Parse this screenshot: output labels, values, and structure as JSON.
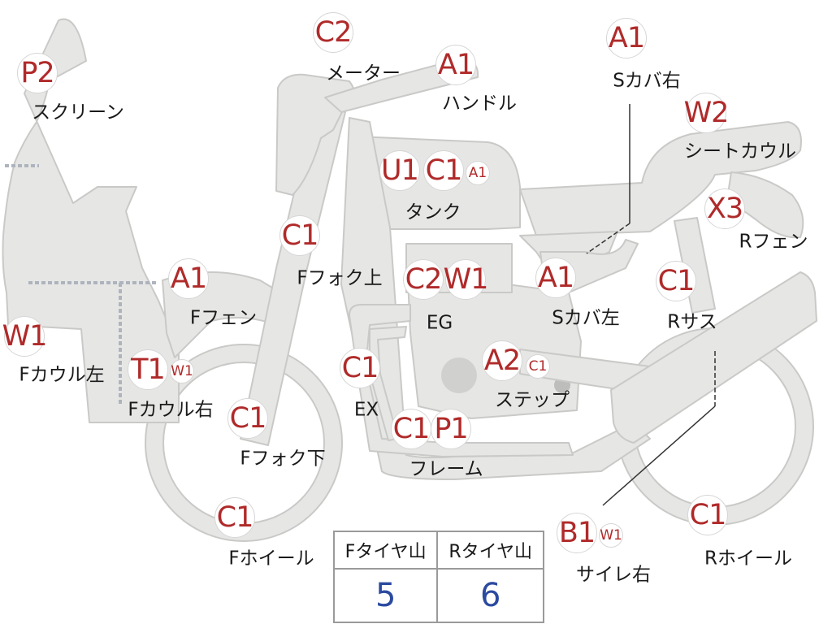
{
  "grades": [
    {
      "id": "screen",
      "text": "P2",
      "size": "lg"
    },
    {
      "id": "meter",
      "text": "C2",
      "size": "lg"
    },
    {
      "id": "handle",
      "text": "A1",
      "size": "lg"
    },
    {
      "id": "side-cover-right",
      "text": "A1",
      "size": "lg"
    },
    {
      "id": "seat-cowl",
      "text": "W2",
      "size": "lg"
    },
    {
      "id": "tank-u",
      "text": "U1",
      "size": "lg"
    },
    {
      "id": "tank-c",
      "text": "C1",
      "size": "lg"
    },
    {
      "id": "tank-a",
      "text": "A1",
      "size": "sm"
    },
    {
      "id": "rear-fender",
      "text": "X3",
      "size": "lg"
    },
    {
      "id": "front-fork-upper",
      "text": "C1",
      "size": "lg"
    },
    {
      "id": "front-fender",
      "text": "A1",
      "size": "lg"
    },
    {
      "id": "engine-c",
      "text": "C2",
      "size": "lg"
    },
    {
      "id": "engine-w",
      "text": "W1",
      "size": "lg"
    },
    {
      "id": "side-cover-left",
      "text": "A1",
      "size": "lg"
    },
    {
      "id": "rear-suspension",
      "text": "C1",
      "size": "lg"
    },
    {
      "id": "front-cowl-left",
      "text": "W1",
      "size": "lg"
    },
    {
      "id": "front-cowl-right-t",
      "text": "T1",
      "size": "lg"
    },
    {
      "id": "front-cowl-right-w",
      "text": "W1",
      "size": "sm"
    },
    {
      "id": "exhaust",
      "text": "C1",
      "size": "lg"
    },
    {
      "id": "step-a",
      "text": "A2",
      "size": "lg"
    },
    {
      "id": "step-c",
      "text": "C1",
      "size": "sm"
    },
    {
      "id": "front-fork-lower",
      "text": "C1",
      "size": "lg"
    },
    {
      "id": "frame-c",
      "text": "C1",
      "size": "lg"
    },
    {
      "id": "frame-p",
      "text": "P1",
      "size": "lg"
    },
    {
      "id": "front-wheel",
      "text": "C1",
      "size": "lg"
    },
    {
      "id": "muffler-b",
      "text": "B1",
      "size": "lg"
    },
    {
      "id": "muffler-w",
      "text": "W1",
      "size": "sm"
    },
    {
      "id": "rear-wheel",
      "text": "C1",
      "size": "lg"
    }
  ],
  "labels": [
    {
      "id": "screen",
      "text": "スクリーン"
    },
    {
      "id": "meter",
      "text": "メーター"
    },
    {
      "id": "handle",
      "text": "ハンドル"
    },
    {
      "id": "side-cover-right",
      "text": "Sカバ右"
    },
    {
      "id": "seat-cowl",
      "text": "シートカウル"
    },
    {
      "id": "tank",
      "text": "タンク"
    },
    {
      "id": "rear-fender",
      "text": "Rフェン"
    },
    {
      "id": "front-fork-upper",
      "text": "Fフォク上"
    },
    {
      "id": "front-fender",
      "text": "Fフェン"
    },
    {
      "id": "engine",
      "text": "EG"
    },
    {
      "id": "side-cover-left",
      "text": "Sカバ左"
    },
    {
      "id": "rear-suspension",
      "text": "Rサス"
    },
    {
      "id": "front-cowl-left",
      "text": "Fカウル左"
    },
    {
      "id": "front-cowl-right",
      "text": "Fカウル右"
    },
    {
      "id": "exhaust",
      "text": "EX"
    },
    {
      "id": "step",
      "text": "ステップ"
    },
    {
      "id": "front-fork-lower",
      "text": "Fフォク下"
    },
    {
      "id": "frame",
      "text": "フレーム"
    },
    {
      "id": "front-wheel",
      "text": "Fホイール"
    },
    {
      "id": "muffler",
      "text": "サイレ右"
    },
    {
      "id": "rear-wheel",
      "text": "Rホイール"
    }
  ],
  "tread_table": {
    "headers": [
      "Fタイヤ山",
      "Rタイヤ山"
    ],
    "values": [
      "5",
      "6"
    ]
  },
  "colors": {
    "body_fill": "#e6e7e5",
    "body_stroke": "#c9cac7",
    "grade_text": "#b02a2a",
    "value_text": "#2b4aa0"
  }
}
